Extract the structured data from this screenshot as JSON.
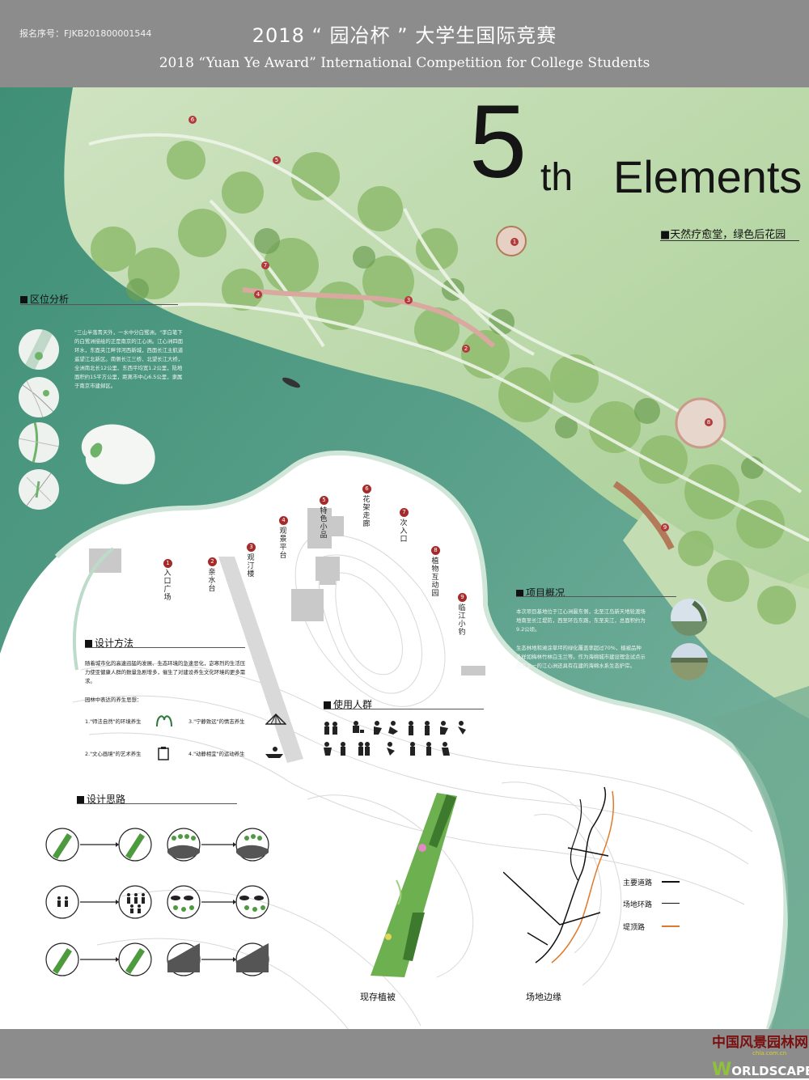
{
  "header": {
    "registration": "报名序号：FJKB201800001544",
    "title_cn": "2018 “ 园冶杯 ” 大学生国际竞赛",
    "title_en": "2018 “Yuan Ye Award” International Competition for College Students"
  },
  "hero": {
    "five": "5",
    "th": "th",
    "elements": "Elements",
    "slogan": "■天然疗愈堂，绿色后花园"
  },
  "plan_markers": [
    "1",
    "2",
    "3",
    "4",
    "5",
    "6",
    "7",
    "8",
    "9"
  ],
  "site_points": [
    {
      "num": "1",
      "label": "入口广场"
    },
    {
      "num": "2",
      "label": "亲水台"
    },
    {
      "num": "3",
      "label": "观汀楼"
    },
    {
      "num": "4",
      "label": "观景平台"
    },
    {
      "num": "5",
      "label": "特色小品"
    },
    {
      "num": "6",
      "label": "花架走廊"
    },
    {
      "num": "7",
      "label": "次入口"
    },
    {
      "num": "8",
      "label": "植物互动园"
    },
    {
      "num": "9",
      "label": "临江小钓"
    }
  ],
  "location": {
    "heading": "区位分析",
    "text": "\"三山半落青天外，一水中分白鹭洲。\"李白笔下的白鹭洲描绘的正是南京的江心洲。江心洲四面环水，东面夹江畔邻河西新城，西面长江主航道遥望江北新区。南侧长江三桥、北望长江大桥，全洲南北长12公里、东西平均宽1.2公里，陆地面积约15平方公里，距离市中心6.5公里，隶属于南京市建邺区。"
  },
  "project": {
    "heading": "项目概况",
    "p1": "本次项目基地位于江心洲最东侧，北至江岛新天地轮渡场地南至长江堤防，西至环岛东路，东至夹江，总面积约为9.2公顷。",
    "p2": "生态林地和滩涂草坪的绿化覆盖率超过70%，植被品种多样如梅林竹林白玉兰等。作为海绵城市建设理念试点示范区之一的江心洲还具有在建的海绵水系生态护岸。"
  },
  "method": {
    "heading": "设计方法",
    "text": "随着城市化的高速迅猛的发展、生态环境的急速恶化，宓寒烈的生活压力使亚健康人群的数量急剧增多，催生了对建设养生文化环境的更多需求。",
    "subheading": "园林中表达的养生思想：",
    "items": [
      "1.\"师法自然\"的环境养生",
      "3.\"宁静致远\"的情志养生",
      "2.\"文心画境\"的艺术养生",
      "4.\"动静相宜\"的运动养生"
    ]
  },
  "users": {
    "heading": "使用人群"
  },
  "ideas": {
    "heading": "设计思路"
  },
  "vegetation": {
    "caption": "现存植被"
  },
  "edge": {
    "caption": "场地边缘",
    "legend": [
      {
        "label": "主要道路",
        "color": "#111111"
      },
      {
        "label": "场地环路",
        "color": "#111111"
      },
      {
        "label": "堤顶路",
        "color": "#e07a2a"
      }
    ]
  },
  "footer": {
    "logo_cn": "中国风景园林网",
    "logo_url": "chla.com.cn",
    "logo_en_w": "W",
    "logo_en_rest": "ORLDSCAPE"
  },
  "colors": {
    "header": "#8c8c8c",
    "water": "#4f9a83",
    "marker": "#a52a2a",
    "park": "#b8d7a0"
  }
}
